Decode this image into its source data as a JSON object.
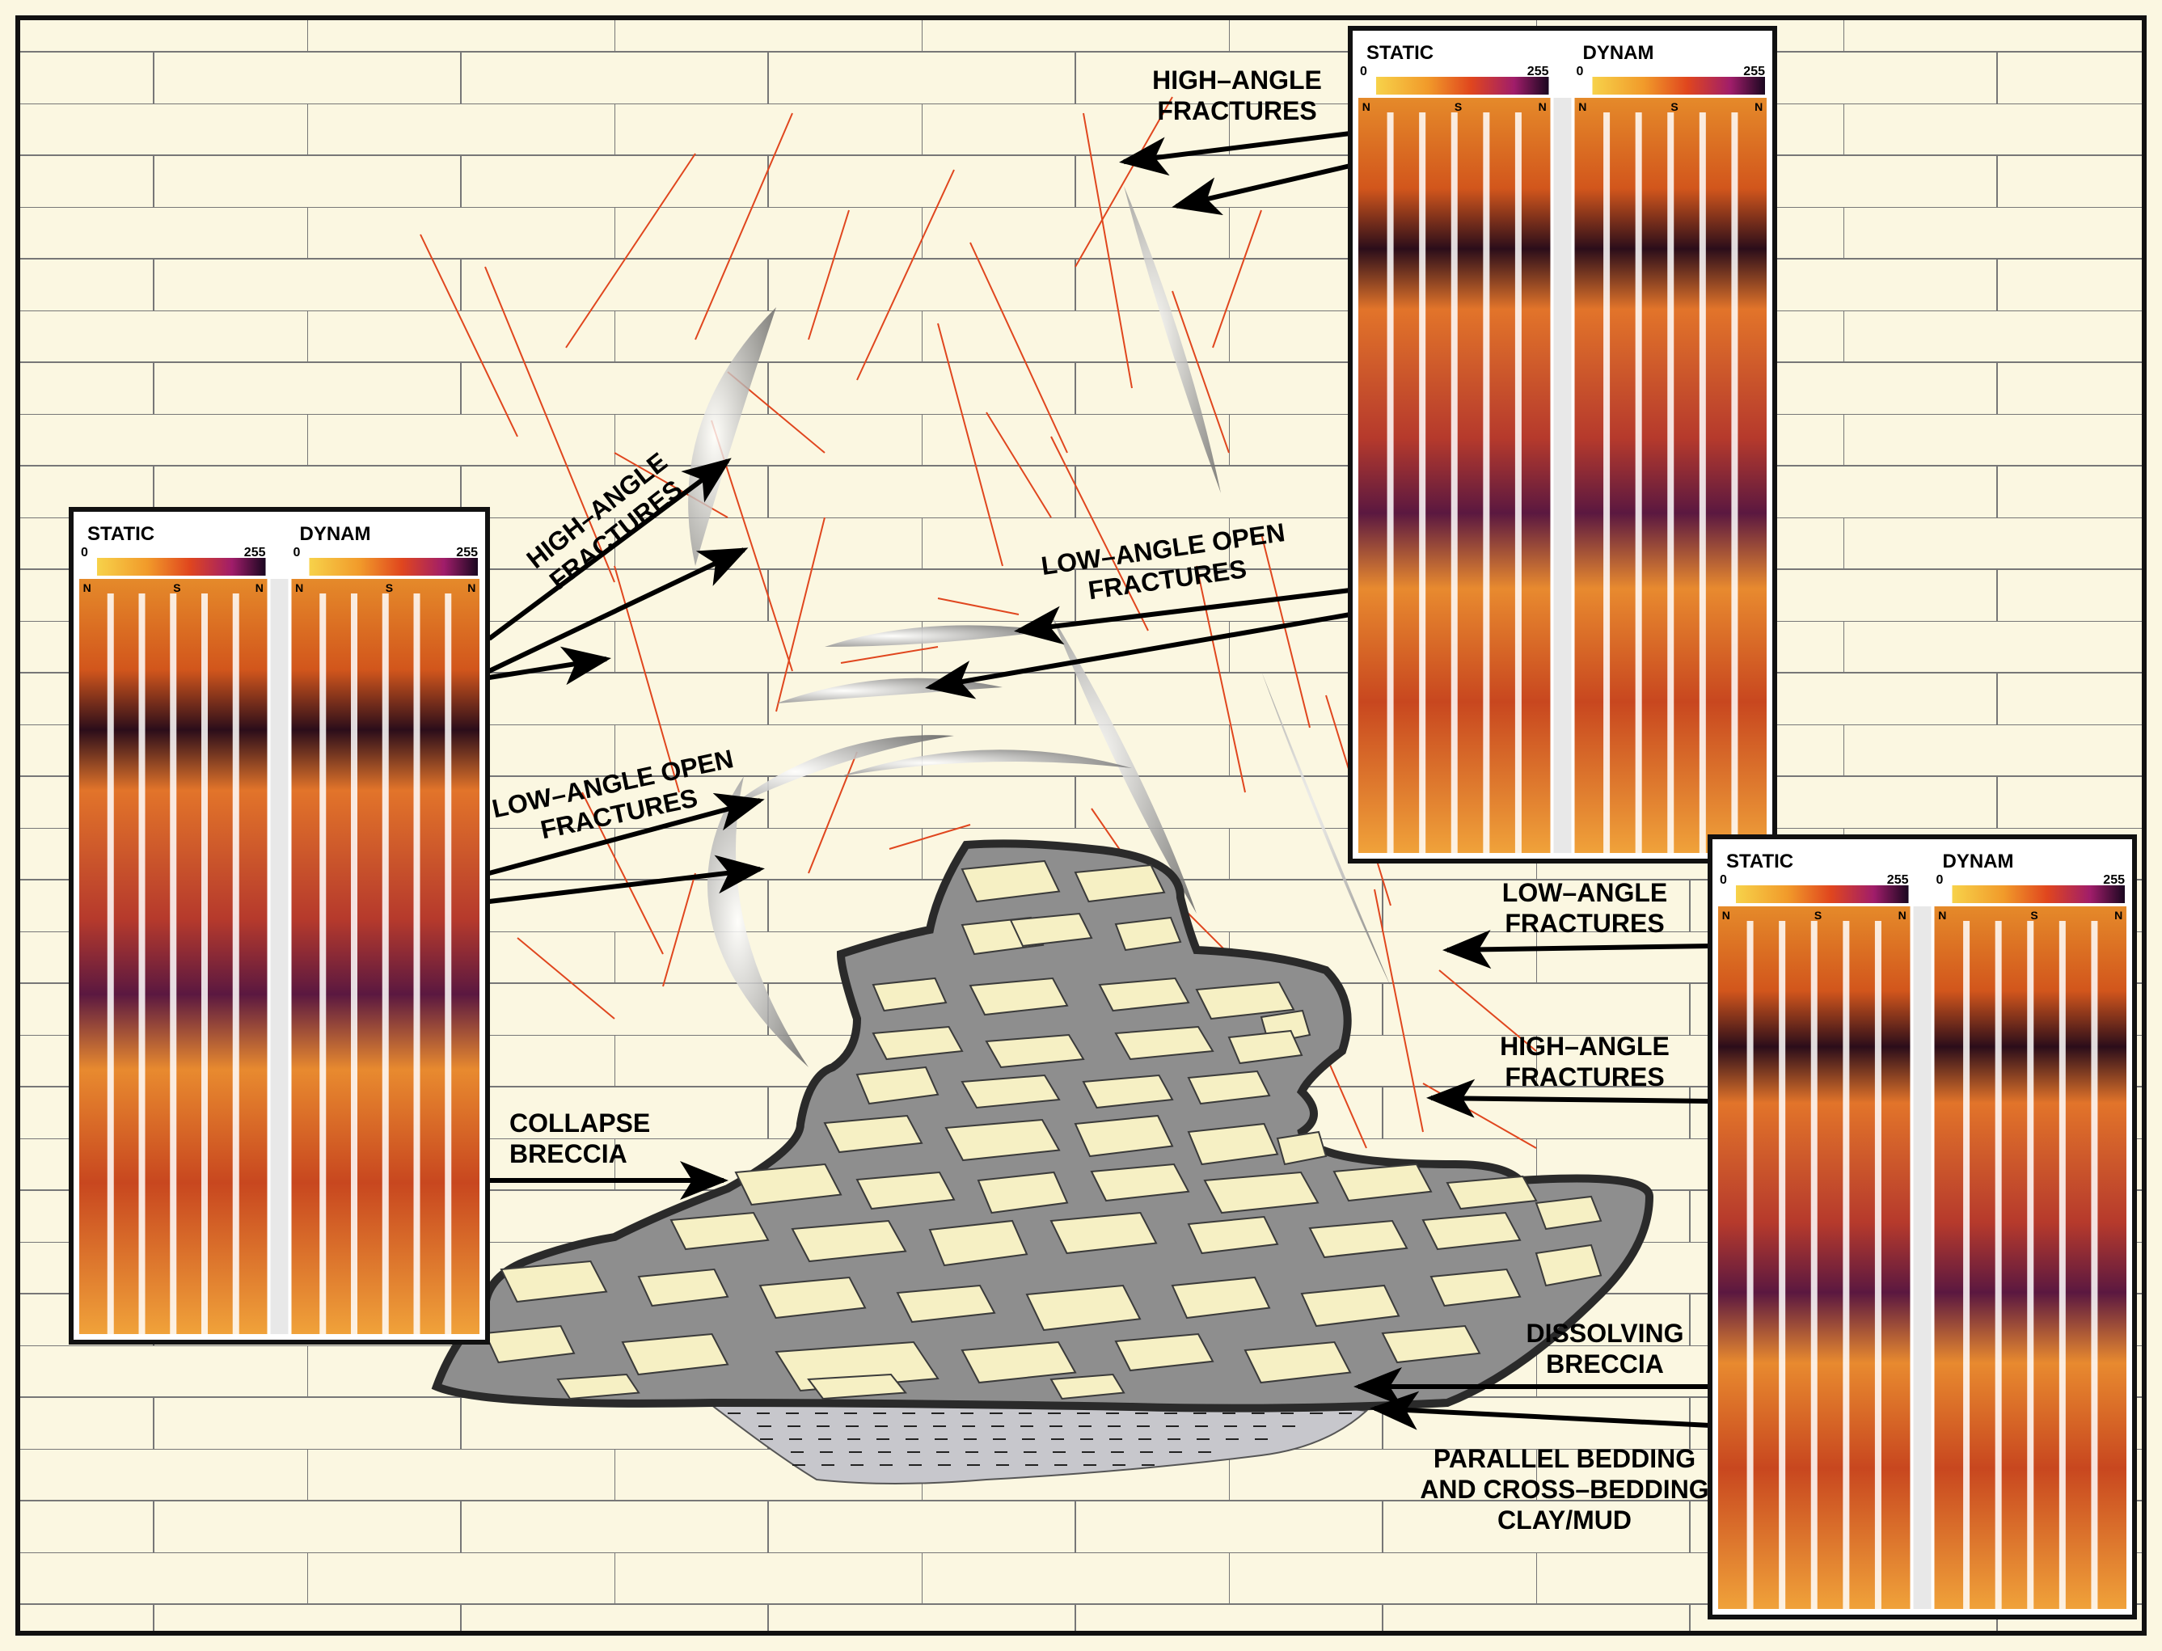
{
  "colors": {
    "background": "#fbf7e1",
    "rock_line": "#6e6e6e",
    "fracture": "#e0461e",
    "breccia_matrix": "#8e8e8e",
    "breccia_clast": "#f6f0c4",
    "clay": "#c7c7cc",
    "arrow": "#000000",
    "frame": "#111111"
  },
  "logs": [
    {
      "id": "log-left",
      "tracks": [
        {
          "label": "STATIC",
          "scale_min": "0",
          "scale_max": "255",
          "ticks": [
            "N",
            "S",
            "N"
          ]
        },
        {
          "label": "DYNAM",
          "scale_min": "0",
          "scale_max": "255",
          "ticks": [
            "N",
            "S",
            "N"
          ]
        }
      ]
    },
    {
      "id": "log-top-right",
      "tracks": [
        {
          "label": "STATIC",
          "scale_min": "0",
          "scale_max": "255",
          "ticks": [
            "N",
            "S",
            "N"
          ]
        },
        {
          "label": "DYNAM",
          "scale_min": "0",
          "scale_max": "255",
          "ticks": [
            "N",
            "S",
            "N"
          ]
        }
      ]
    },
    {
      "id": "log-bottom-right",
      "tracks": [
        {
          "label": "STATIC",
          "scale_min": "0",
          "scale_max": "255",
          "ticks": [
            "N",
            "S",
            "N"
          ]
        },
        {
          "label": "DYNAM",
          "scale_min": "0",
          "scale_max": "255",
          "ticks": [
            "N",
            "S",
            "N"
          ]
        }
      ]
    }
  ],
  "labels": {
    "top_right_high_angle": [
      "HIGH–ANGLE",
      "FRACTURES"
    ],
    "left_high_angle": [
      "HIGH–ANGLE",
      "FRACTURES"
    ],
    "mid_right_low_angle_open": [
      "LOW–ANGLE OPEN",
      "FRACTURES"
    ],
    "left_low_angle_open": [
      "LOW–ANGLE OPEN",
      "FRACTURES"
    ],
    "right_low_angle": [
      "LOW–ANGLE",
      "FRACTURES"
    ],
    "right_high_angle": [
      "HIGH–ANGLE",
      "FRACTURES"
    ],
    "collapse_breccia": [
      "COLLAPSE",
      "BRECCIA"
    ],
    "dissolving_breccia": [
      "DISSOLVING",
      "BRECCIA"
    ],
    "parallel_bedding": [
      "PARALLEL BEDDING",
      "AND CROSS–BEDDING",
      "CLAY/MUD"
    ]
  }
}
